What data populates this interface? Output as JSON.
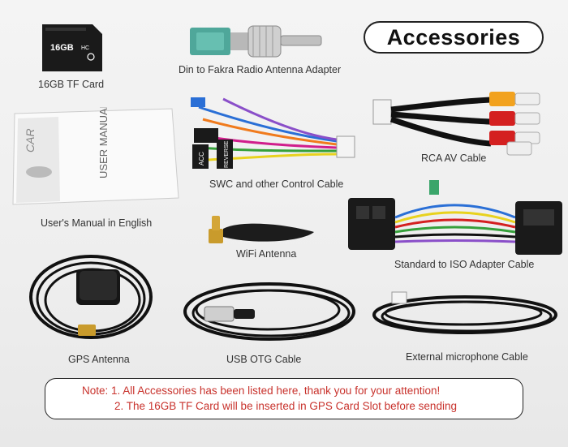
{
  "title": "Accessories",
  "sd_card": {
    "capacity_text": "16GB"
  },
  "manual": {
    "cover_title": "USER MANUAL",
    "cover_brand": "CAR"
  },
  "cable_tags": [
    "ACC",
    "REVERSE"
  ],
  "items": [
    {
      "label": "16GB TF Card"
    },
    {
      "label": "Din to Fakra Radio Antenna Adapter"
    },
    {
      "label": "RCA AV Cable"
    },
    {
      "label": "SWC and other Control Cable"
    },
    {
      "label": "User's Manual in English"
    },
    {
      "label": "WiFi Antenna"
    },
    {
      "label": "Standard to ISO Adapter Cable"
    },
    {
      "label": "GPS Antenna"
    },
    {
      "label": "USB OTG Cable"
    },
    {
      "label": "External microphone Cable"
    }
  ],
  "note": {
    "line1": "Note: 1. All Accessories has been listed here, thank you for your attention!",
    "line2": "2. The 16GB TF Card will be inserted in GPS Card Slot before sending"
  },
  "colors": {
    "note_text": "#c8322c",
    "title_border": "#222222"
  }
}
